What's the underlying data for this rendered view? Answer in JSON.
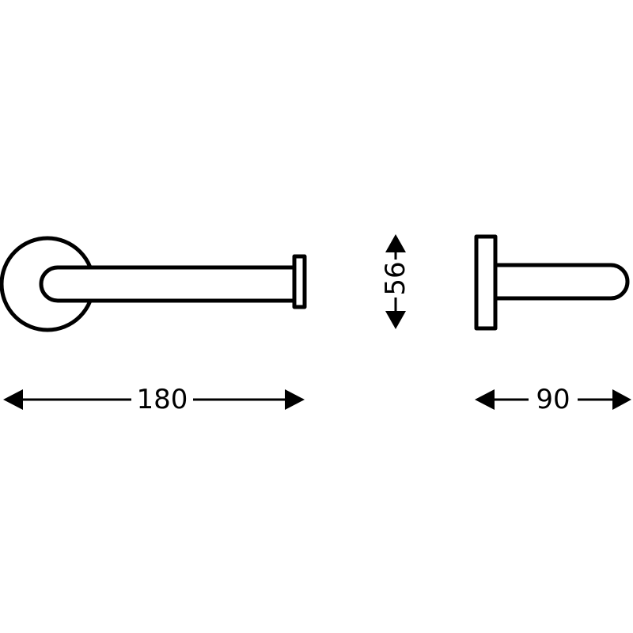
{
  "dimensions": {
    "front_width": "180",
    "height": "56",
    "side_depth": "90"
  },
  "colors": {
    "line": "#000000",
    "background": "#ffffff"
  }
}
